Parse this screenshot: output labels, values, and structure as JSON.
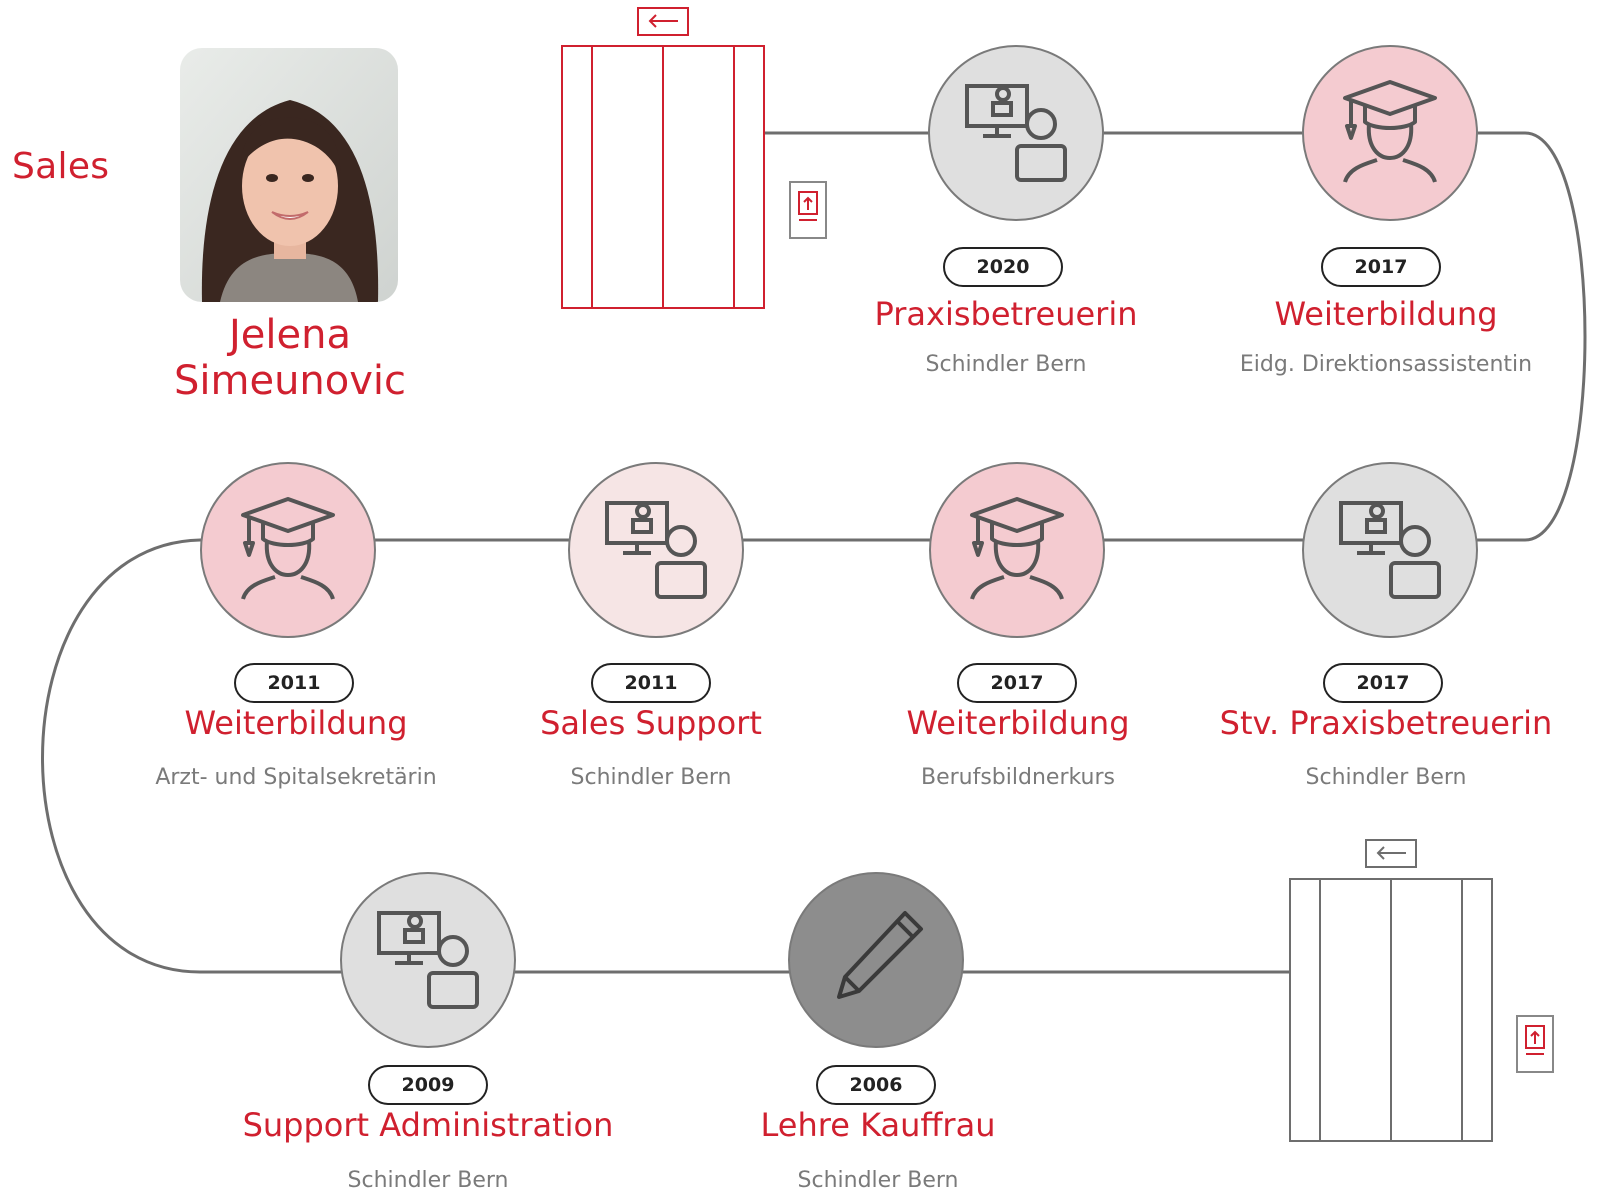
{
  "department": "Sales",
  "person": {
    "name": "Jelena Simeunovic"
  },
  "milestones": [
    {
      "year": "2020",
      "title": "Praxisbetreuerin",
      "subtitle": "Schindler Bern",
      "icon": "person-computer-icon",
      "fill": "#dfdfdf"
    },
    {
      "year": "2017",
      "title": "Weiterbildung",
      "subtitle": "Eidg. Direktionsassistentin",
      "icon": "graduate-icon",
      "fill": "#f4cbd0"
    },
    {
      "year": "2017",
      "title": "Stv. Praxisbetreuerin",
      "subtitle": "Schindler Bern",
      "icon": "person-computer-icon",
      "fill": "#dfdfdf"
    },
    {
      "year": "2017",
      "title": "Weiterbildung",
      "subtitle": "Berufsbildnerkurs",
      "icon": "graduate-icon",
      "fill": "#f4cbd0"
    },
    {
      "year": "2011",
      "title": "Sales Support",
      "subtitle": "Schindler Bern",
      "icon": "person-computer-icon",
      "fill": "#f6e5e5"
    },
    {
      "year": "2011",
      "title": "Weiterbildung",
      "subtitle": "Arzt- und Spitalsekretärin",
      "icon": "graduate-icon",
      "fill": "#f4cbd0"
    },
    {
      "year": "2009",
      "title": "Support Administration",
      "subtitle": "Schindler Bern",
      "icon": "person-computer-icon",
      "fill": "#dfdfdf"
    },
    {
      "year": "2006",
      "title": "Lehre Kauffrau",
      "subtitle": "Schindler Bern",
      "icon": "pencil-icon",
      "fill": "#8d8d8d"
    }
  ],
  "colors": {
    "accent": "#d0202f",
    "line": "#7a7a7a",
    "pink": "#f4cbd0",
    "grey": "#dfdfdf",
    "dark": "#8d8d8d"
  }
}
